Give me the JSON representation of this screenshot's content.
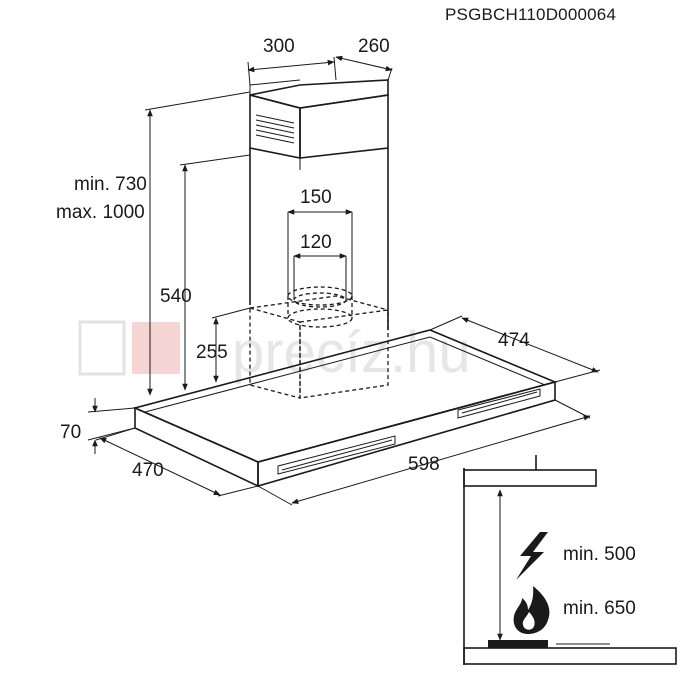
{
  "document_code": "PSGBCH110D000064",
  "dimensions": {
    "chimney_width": "300",
    "chimney_depth": "260",
    "duct_outer": "150",
    "duct_inner": "120",
    "height_range_min": "min. 730",
    "height_range_max": "max. 1000",
    "chimney_height": "540",
    "motor_height": "255",
    "hood_thickness": "70",
    "hood_depth": "470",
    "hood_width": "598",
    "hood_side_depth": "474"
  },
  "installation": {
    "electric_clearance": "min. 500",
    "gas_clearance": "min. 650",
    "electric_icon": "lightning-icon",
    "gas_icon": "flame-icon"
  },
  "watermark": {
    "text": "precíz.hu",
    "accent_color": "#e8a0a0"
  }
}
